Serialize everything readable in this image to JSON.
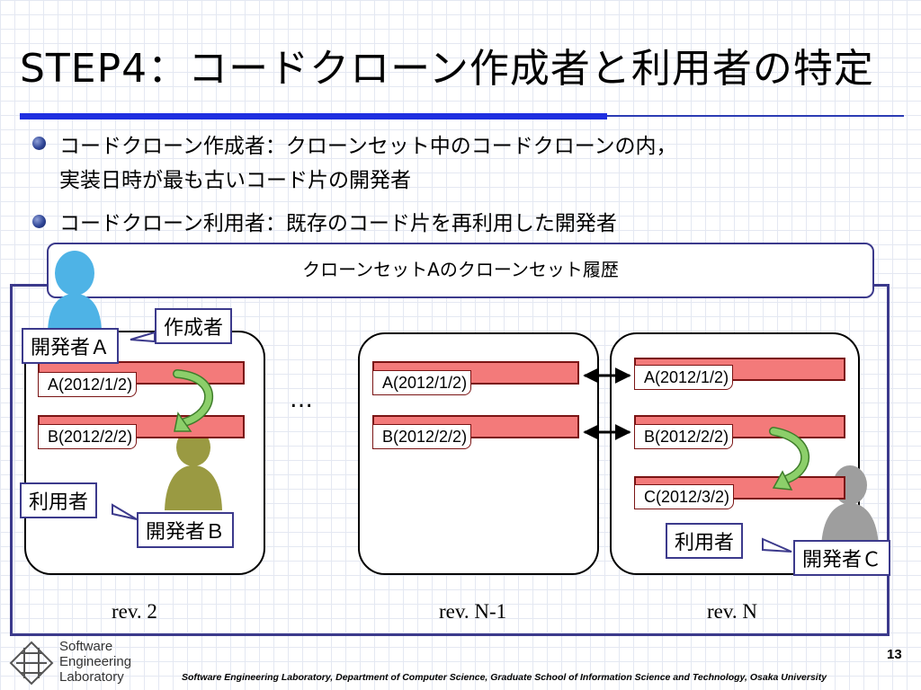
{
  "slide": {
    "title": "STEP4：コードクローン作成者と利用者の特定",
    "bullets": [
      {
        "line1": "コードクローン作成者：クローンセット中のコードクローンの内，",
        "line2": "実装日時が最も古いコード片の開発者"
      },
      {
        "line1": "コードクローン利用者：既存のコード片を再利用した開発者"
      }
    ],
    "page_number": "13",
    "footer": "Software Engineering Laboratory, Department of Computer Science, Graduate School of Information Science and Technology, Osaka University"
  },
  "logo": {
    "line1": "Software",
    "line2": "Engineering",
    "line3": "Laboratory"
  },
  "diagram": {
    "header": "クローンセットAのクローンセット履歴",
    "ellipsis": "…",
    "revisions": [
      {
        "label": "rev. 2",
        "fragments": [
          "A(2012/1/2)",
          "B(2012/2/2)"
        ],
        "developers": [
          "開発者Ａ",
          "開発者Ｂ"
        ],
        "callouts": [
          "作成者",
          "利用者"
        ]
      },
      {
        "label": "rev. N-1",
        "fragments": [
          "A(2012/1/2)",
          "B(2012/2/2)"
        ]
      },
      {
        "label": "rev. N",
        "fragments": [
          "A(2012/1/2)",
          "B(2012/2/2)",
          "C(2012/3/2)"
        ],
        "developers": [
          "開発者Ｃ"
        ],
        "callouts": [
          "利用者"
        ]
      }
    ],
    "colors": {
      "fragment_fill": "#f37a7a",
      "developer_a": "#4eb3e6",
      "developer_b": "#9a9a42",
      "developer_c": "#9e9e9e",
      "reuse_arrow": "#8ccf6a",
      "frame": "#3c3a8c"
    }
  }
}
